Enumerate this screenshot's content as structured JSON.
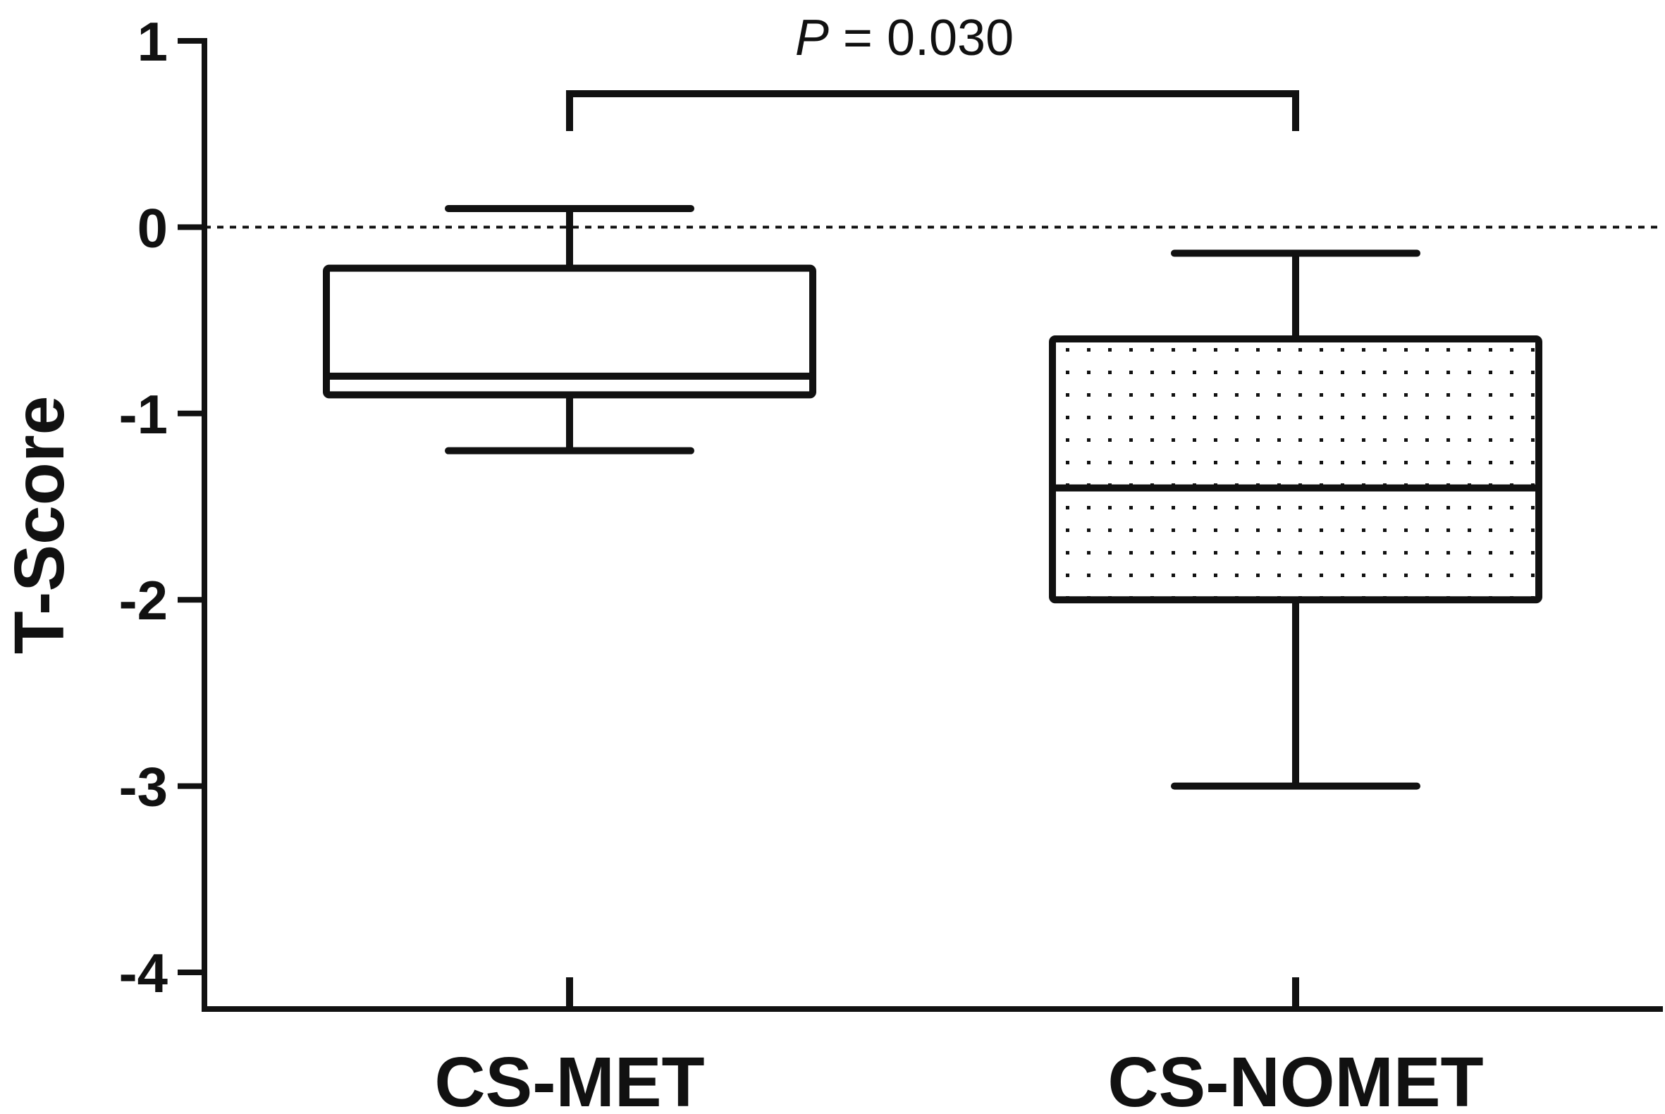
{
  "chart_data": {
    "type": "box",
    "ylabel": "T-Score",
    "ylim": [
      -4,
      1
    ],
    "yticks": [
      1,
      0,
      -1,
      -2,
      -3,
      -4
    ],
    "reference_line": {
      "y": 0,
      "style": "dotted"
    },
    "categories": [
      "CS-MET",
      "CS-NOMET"
    ],
    "boxes": [
      {
        "category": "CS-MET",
        "min": -1.2,
        "q1": -0.9,
        "median": -0.8,
        "q3": -0.22,
        "max": 0.1,
        "fill": "none"
      },
      {
        "category": "CS-NOMET",
        "min": -3.0,
        "q1": -2.0,
        "median": -1.4,
        "q3": -0.6,
        "max": -0.14,
        "fill": "dotted"
      }
    ],
    "annotation": {
      "between": [
        "CS-MET",
        "CS-NOMET"
      ],
      "p_symbol": "P",
      "p_text": " = 0.030"
    },
    "colors": {
      "ink": "#111111",
      "background": "#ffffff"
    }
  }
}
